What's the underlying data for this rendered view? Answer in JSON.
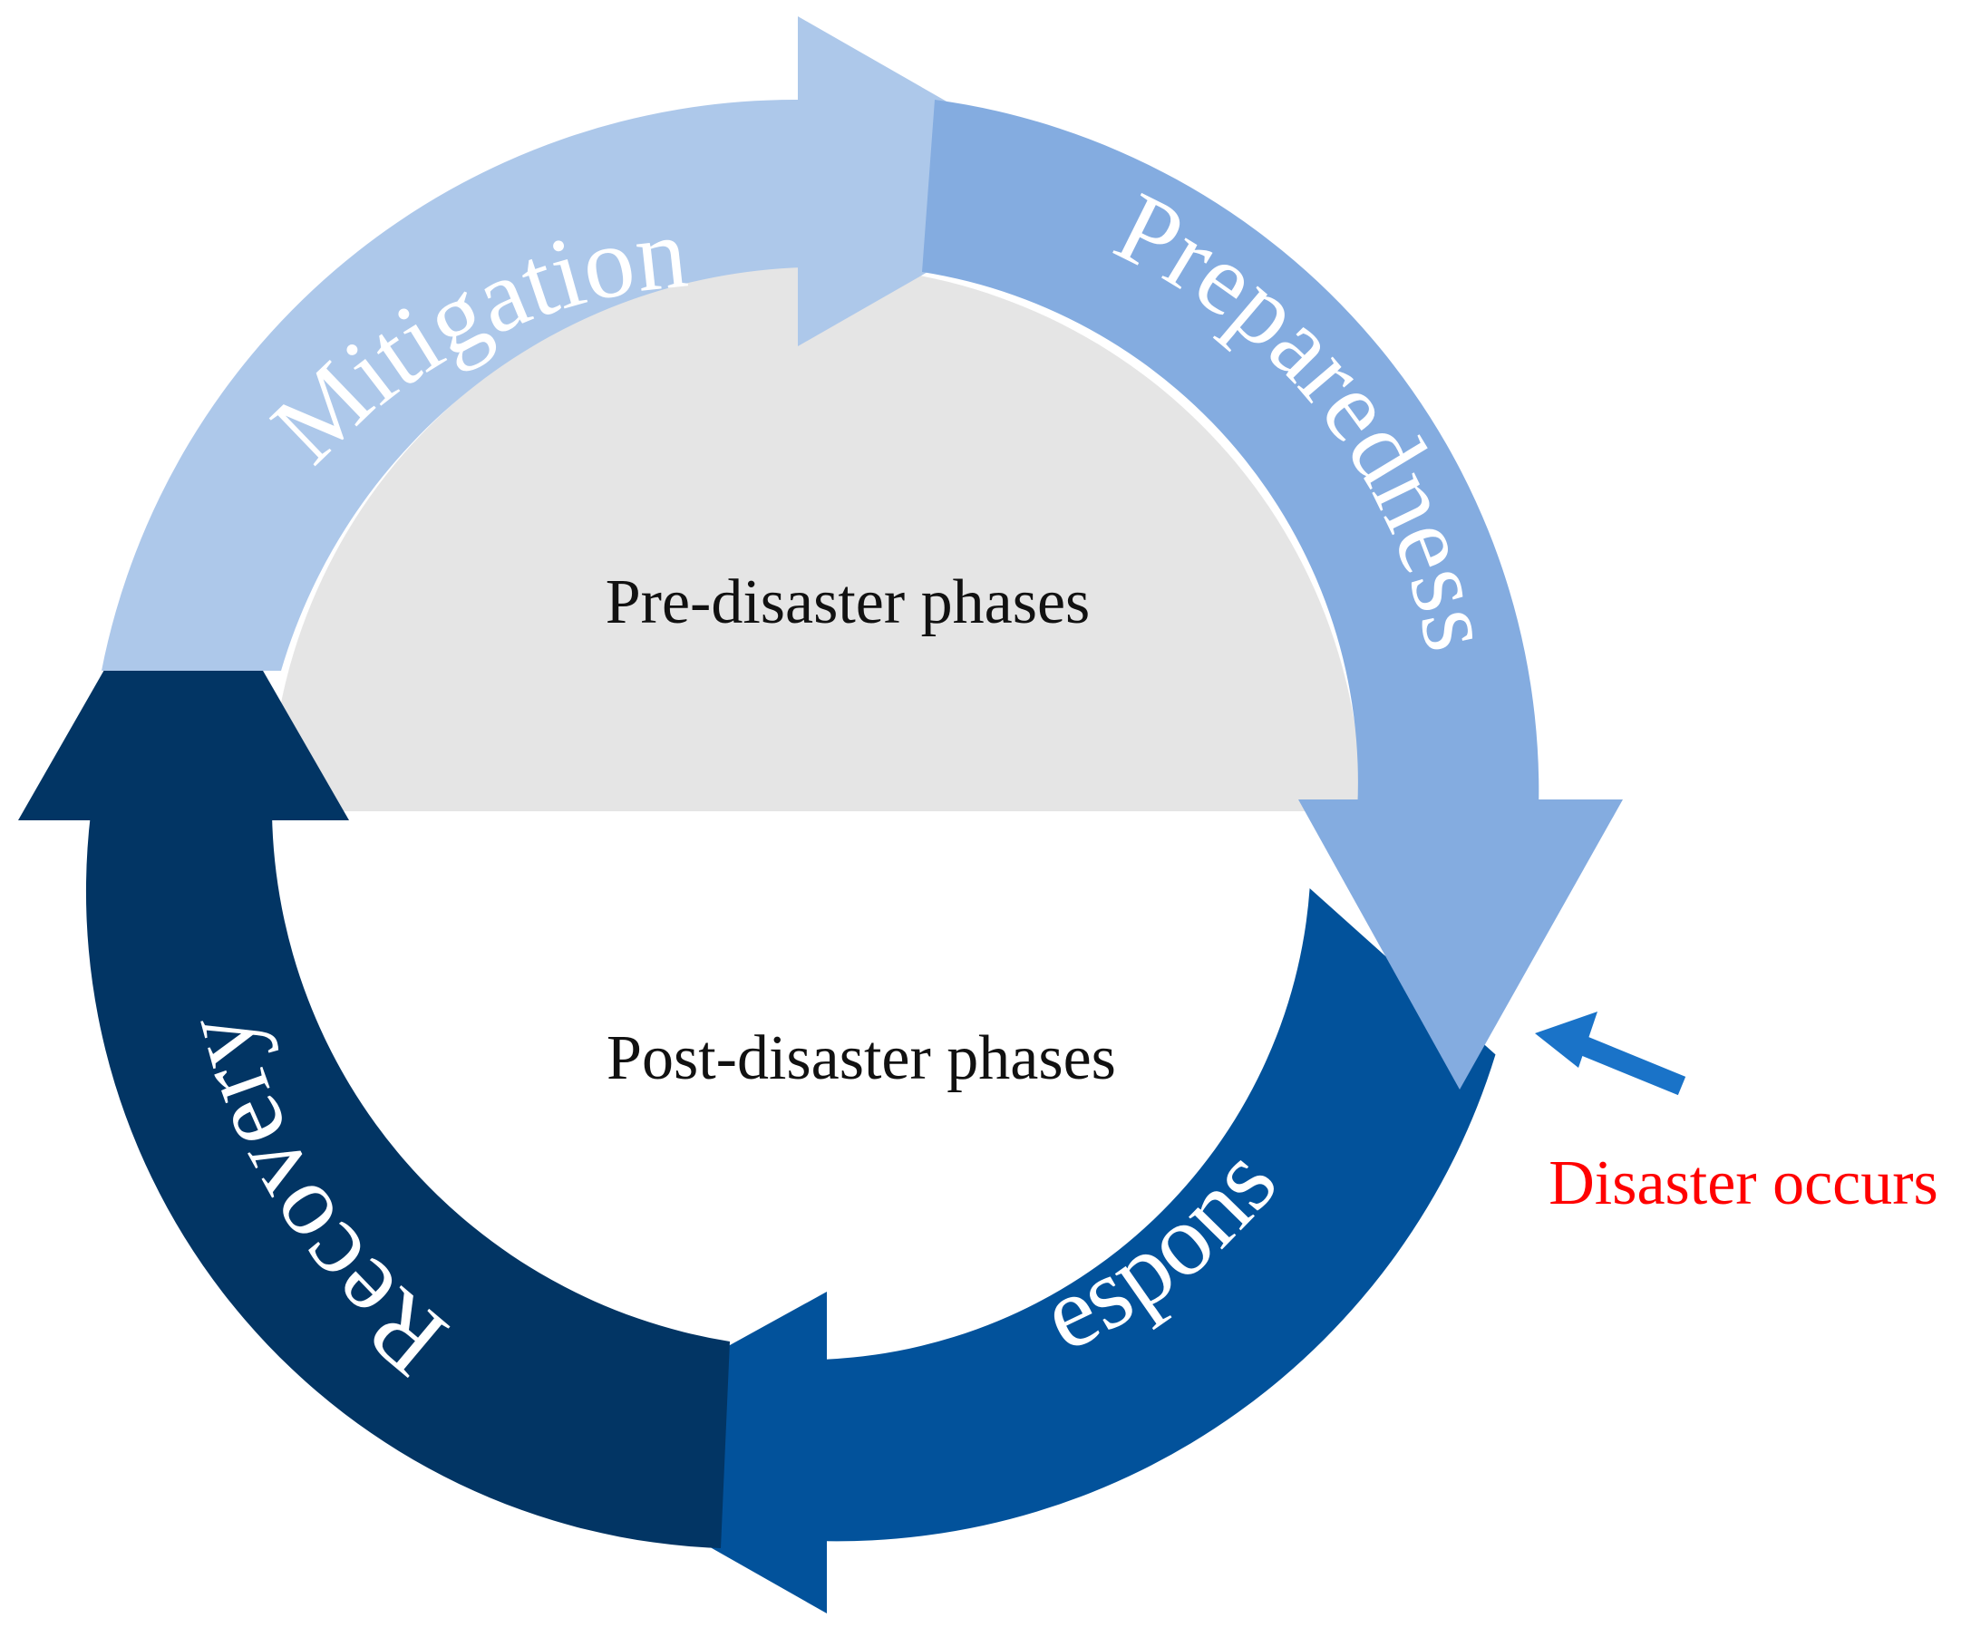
{
  "phases": {
    "mitigation": {
      "label": "Mitigation",
      "color": "#adc8ea"
    },
    "preparedness": {
      "label": "Preparedness",
      "color": "#84ace0"
    },
    "response": {
      "label": "Response",
      "color": "#02529b"
    },
    "recovery": {
      "label": "Recovery",
      "color": "#023564"
    }
  },
  "halves": {
    "pre": {
      "label": "Pre-disaster phases",
      "color": "#e5e5e5"
    },
    "post": {
      "label": "Post-disaster phases"
    }
  },
  "event": {
    "label": "Disaster occurs",
    "text_color": "#ff0000",
    "arrow_color": "#1a73c8"
  }
}
